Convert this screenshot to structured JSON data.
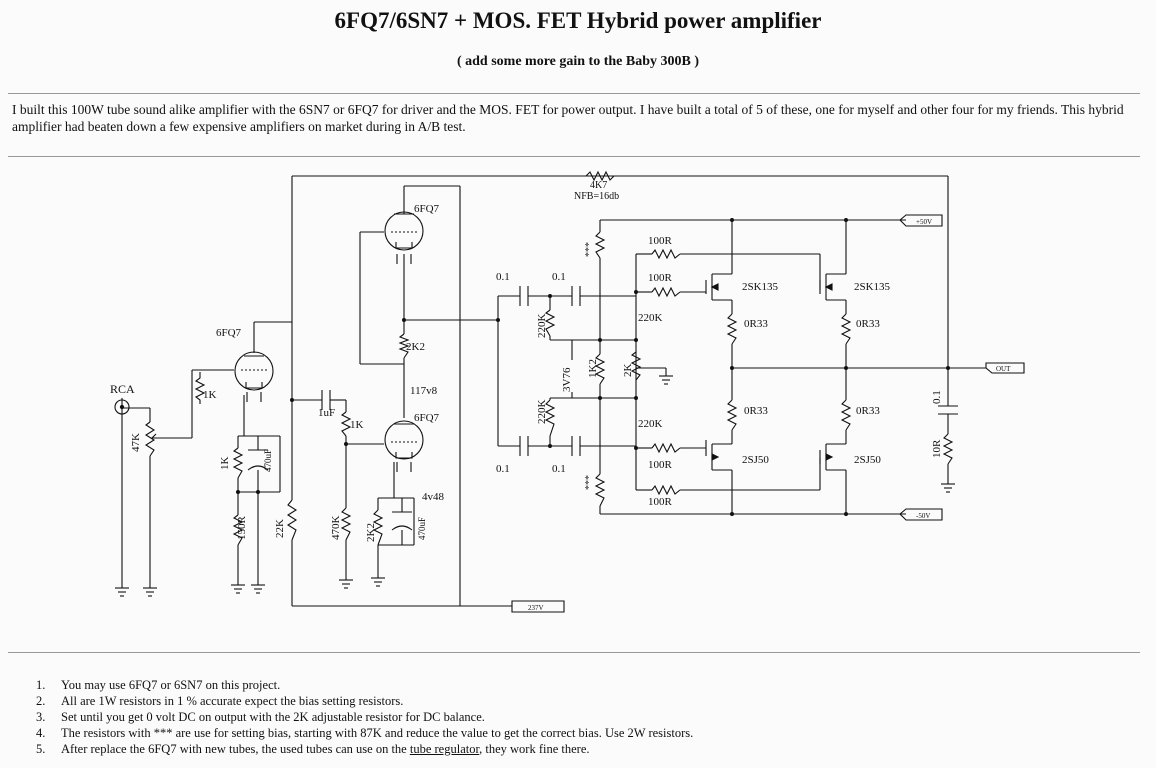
{
  "header": {
    "title": "6FQ7/6SN7 + MOS. FET Hybrid power amplifier",
    "subtitle": "( add some more gain to the Baby 300B )"
  },
  "intro": "I built this 100W tube sound alike amplifier with the 6SN7 or 6FQ7 for driver and the MOS. FET for power output. I have built a total of 5 of these, one for myself and other four for my friends. This hybrid amplifier had beaten down a few expensive amplifiers on market during in A/B test.",
  "schematic": {
    "tube_label": "6FQ7",
    "rca": "RCA",
    "r_47k": "47K",
    "r_1k": "1K",
    "r_150r": "150R",
    "c_470uf": "470uF",
    "r_22k": "22K",
    "c_1uf": "1uF",
    "r_470k": "470K",
    "r_2k2": "2K2",
    "v_117": "117v8",
    "v_4v48": "4v48",
    "nfb_r": "4K7",
    "nfb_label": "NFB=16db",
    "c_0_1": "0.1",
    "r_220k": "220K",
    "d_3v76": "3V76",
    "r_1k2": "1K2",
    "r_2k": "2K",
    "stars": "***",
    "r_100r": "100R",
    "q_n": "2SK135",
    "q_p": "2SJ50",
    "r_0r33": "0R33",
    "r_10r": "10R",
    "rail_pos": "+50V",
    "rail_neg": "-50V",
    "rail_b": "237V",
    "out": "OUT"
  },
  "notes": {
    "items": [
      {
        "num": "1.",
        "text": "You may use 6FQ7 or 6SN7 on this project."
      },
      {
        "num": "2.",
        "text": "All are 1W resistors in 1 % accurate expect the bias setting resistors."
      },
      {
        "num": "3.",
        "text": "Set until you get 0 volt DC on output with the 2K adjustable resistor for DC balance."
      },
      {
        "num": "4.",
        "text": "The resistors with *** are use for setting bias, starting with 87K and reduce the value to get the correct bias. Use 2W resistors."
      }
    ],
    "item5_prefix": "5.",
    "item5_before": "After replace the 6FQ7 with new tubes, the used tubes can use on the",
    "item5_link": "tube regulator",
    "item5_after": ", they work fine there."
  }
}
